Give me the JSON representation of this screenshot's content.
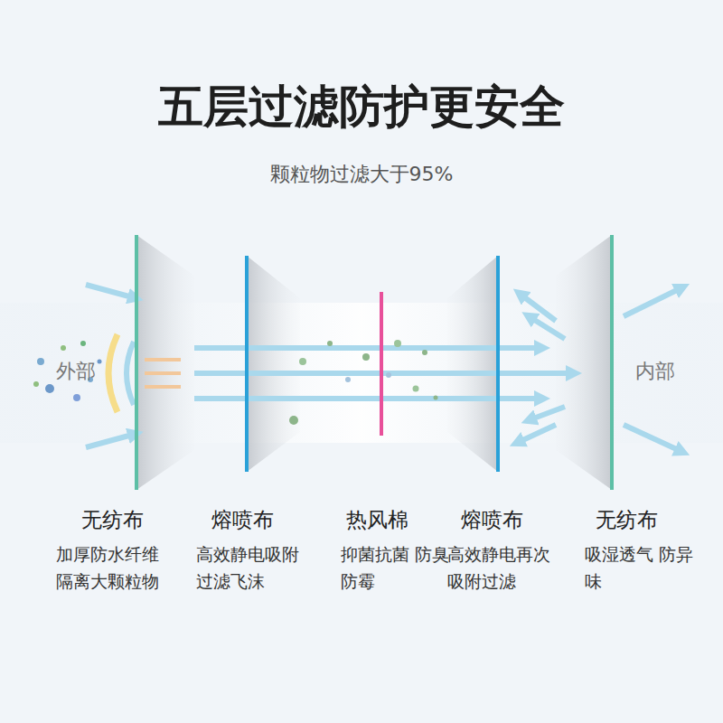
{
  "diagram": {
    "title": "五层过滤防护更安全",
    "labels": [
      "颗粒物过滤大于95%",
      "外部",
      "内部",
      "无纺布",
      "加厚防水纤维 隔离大颗粒物",
      "熔喷布",
      "高效静电吸附 过滤飞沫",
      "热风棉",
      "抑菌抗菌 防臭防霉",
      "熔喷布",
      "高效静电再次 吸附过滤",
      "无纺布",
      "吸湿透气 防异味"
    ]
  }
}
